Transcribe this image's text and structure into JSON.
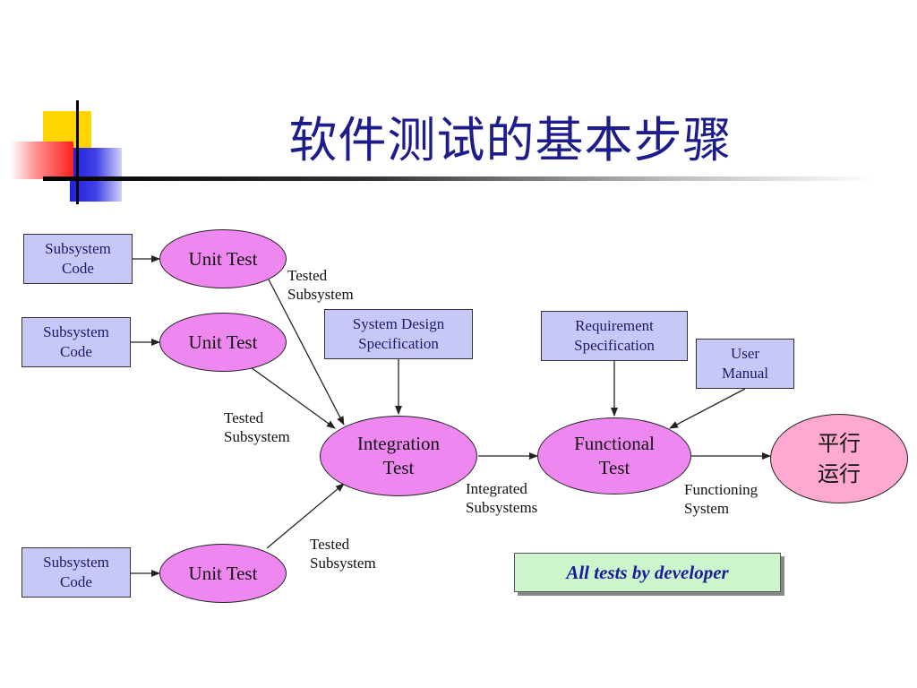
{
  "title": "软件测试的基本步骤",
  "boxes": {
    "subsystem_code_1": [
      "Subsystem",
      "Code"
    ],
    "subsystem_code_2": [
      "Subsystem",
      "Code"
    ],
    "subsystem_code_3": [
      "Subsystem",
      "Code"
    ],
    "system_design_spec": [
      "System Design",
      "Specification"
    ],
    "requirement_spec": [
      "Requirement",
      "Specification"
    ],
    "user_manual": [
      "User",
      "Manual"
    ]
  },
  "nodes": {
    "unit_test_1": "Unit Test",
    "unit_test_2": "Unit Test",
    "unit_test_3": "Unit Test",
    "integration_test": [
      "Integration",
      "Test"
    ],
    "functional_test": [
      "Functional",
      "Test"
    ],
    "parallel_run": [
      "平行",
      "运行"
    ]
  },
  "edge_labels": {
    "tested_subsystem_1": [
      "Tested",
      "Subsystem"
    ],
    "tested_subsystem_2": [
      "Tested",
      "Subsystem"
    ],
    "tested_subsystem_3": [
      "Tested",
      "Subsystem"
    ],
    "integrated_subsystems": [
      "Integrated",
      "Subsystems"
    ],
    "functioning_system": [
      "Functioning",
      "System"
    ]
  },
  "legend": "All tests by developer",
  "colors": {
    "title": "#1c1c8c",
    "box_fill": "#c8c8f8",
    "oval_fill": "#ee88f0",
    "parallel_fill": "#ffa8d0",
    "legend_fill": "#ccf5cc"
  }
}
